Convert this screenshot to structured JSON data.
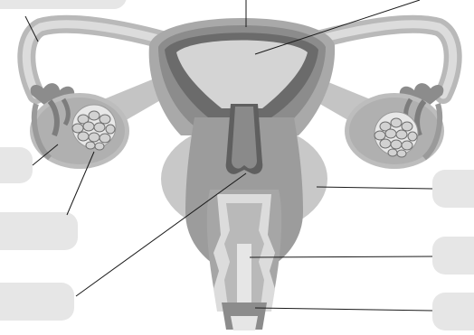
{
  "figure": {
    "subject": "uterus-anatomy-diagram",
    "label_boxes": [
      {
        "id": "top-left",
        "text": ""
      },
      {
        "id": "left-upper",
        "text": ""
      },
      {
        "id": "left-middle",
        "text": ""
      },
      {
        "id": "left-lower",
        "text": ""
      },
      {
        "id": "right-upper",
        "text": ""
      },
      {
        "id": "right-middle",
        "text": ""
      },
      {
        "id": "right-lower",
        "text": ""
      }
    ],
    "colors": {
      "label_fill": "#e6e6e6",
      "light_tissue": "#c8c8c8",
      "mid_tissue": "#a9a9a9",
      "dark_tissue": "#8c8c8c",
      "darkest": "#6b6b6b",
      "leader_line": "#1a1a1a"
    }
  }
}
